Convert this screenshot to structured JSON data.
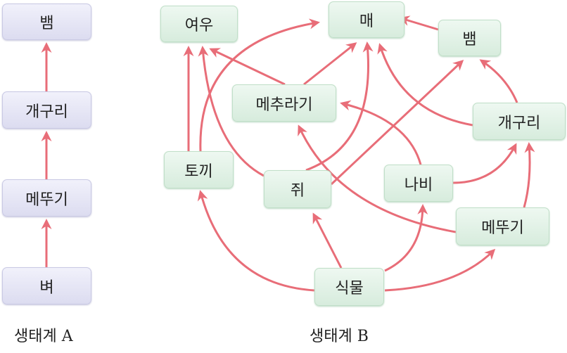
{
  "ecosystem_a": {
    "caption": "생태계 A",
    "nodes": [
      "뱀",
      "개구리",
      "메뚜기",
      "벼"
    ]
  },
  "ecosystem_b": {
    "caption": "생태계 B",
    "nodes": {
      "fox": "여우",
      "hawk": "매",
      "snake": "뱀",
      "quail": "메추라기",
      "frog": "개구리",
      "rabbit": "토끼",
      "mouse": "쥐",
      "butterfly": "나비",
      "grasshopper": "메뚜기",
      "plant": "식물"
    }
  },
  "colors": {
    "arrow": "#e86d78"
  }
}
